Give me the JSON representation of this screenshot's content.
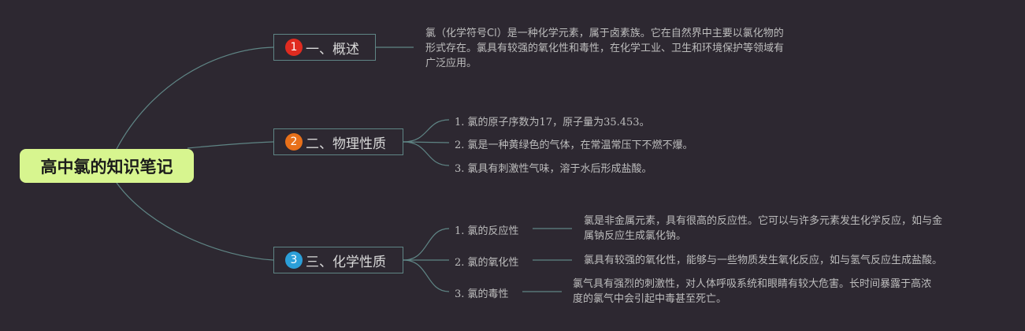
{
  "root": {
    "title": "高中氯的知识笔记"
  },
  "branches": [
    {
      "number": "1",
      "label": "一、概述",
      "badge_color": "#e02b20"
    },
    {
      "number": "2",
      "label": "二、物理性质",
      "badge_color": "#e8701a"
    },
    {
      "number": "3",
      "label": "三、化学性质",
      "badge_color": "#2b9fd8"
    }
  ],
  "overview": {
    "lines": [
      "氯（化学符号Cl）是一种化学元素，属于卤素族。它在自然界中主要以氯化物的",
      "形式存在。氯具有较强的氧化性和毒性，在化学工业、卫生和环境保护等领域有",
      "广泛应用。"
    ]
  },
  "physical": {
    "items": [
      "1. 氯的原子序数为17，原子量为35.453。",
      "2. 氯是一种黄绿色的气体，在常温常压下不燃不爆。",
      "3. 氯具有刺激性气味，溶于水后形成盐酸。"
    ]
  },
  "chemical": {
    "items": [
      {
        "label": "1. 氯的反应性",
        "detail": [
          "氯是非金属元素，具有很高的反应性。它可以与许多元素发生化学反应，如与金",
          "属钠反应生成氯化钠。"
        ]
      },
      {
        "label": "2. 氯的氧化性",
        "detail": [
          "氯具有较强的氧化性，能够与一些物质发生氧化反应，如与氢气反应生成盐酸。"
        ]
      },
      {
        "label": "3. 氯的毒性",
        "detail": [
          "氯气具有强烈的刺激性，对人体呼吸系统和眼睛有较大危害。长时间暴露于高浓",
          "度的氯气中会引起中毒甚至死亡。"
        ]
      }
    ]
  },
  "colors": {
    "background": "#2d2831",
    "root_fill": "#d7f58f",
    "line": "#5f8585"
  }
}
